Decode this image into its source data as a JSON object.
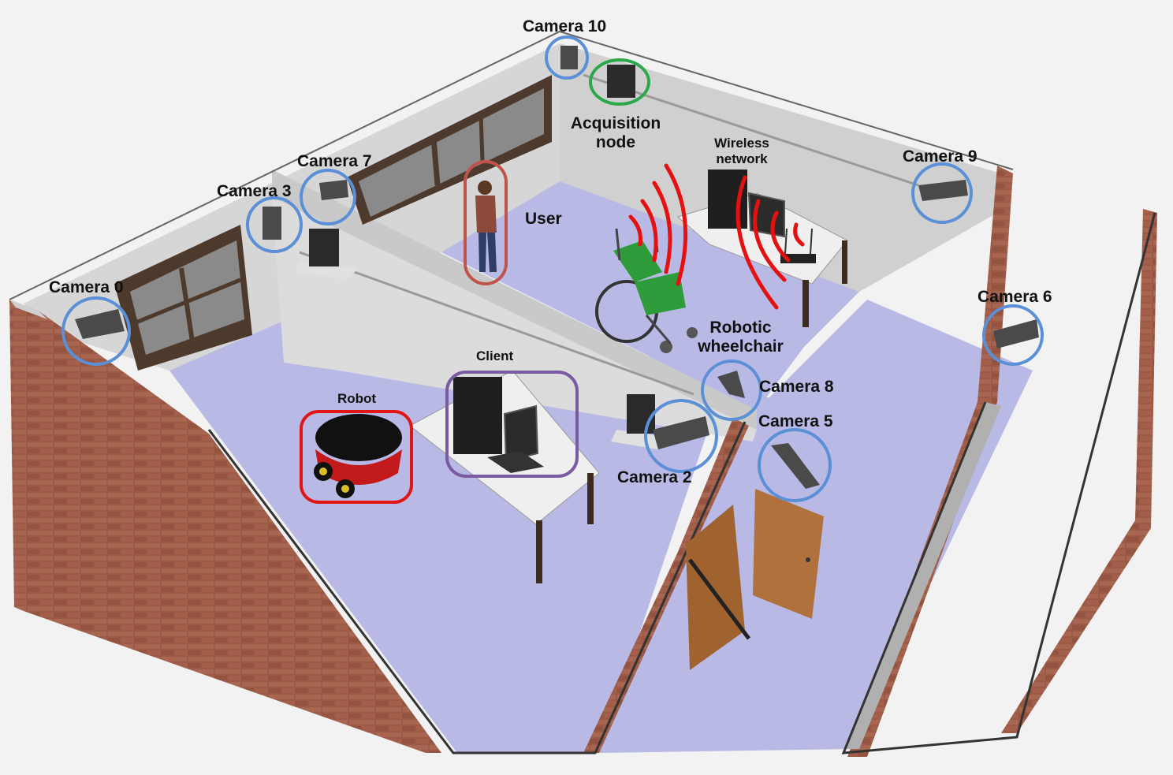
{
  "scene": {
    "colors": {
      "camera_ring": "#5b8fd6",
      "acquisition_ring": "#2aa84a",
      "user_ring": "#c0544a",
      "robot_ring": "#e01515",
      "client_ring": "#7a5aa0",
      "wireless_waves": "#e51010",
      "floor": "#b9b9e6",
      "brick": "#9b5a47",
      "wall_inner": "#d9d9d9",
      "wheelchair_seat": "#2f9c3c"
    },
    "labels": {
      "camera_0": "Camera 0",
      "camera_2": "Camera 2",
      "camera_3": "Camera 3",
      "camera_5": "Camera 5",
      "camera_6": "Camera 6",
      "camera_7": "Camera 7",
      "camera_8": "Camera 8",
      "camera_9": "Camera 9",
      "camera_10": "Camera 10",
      "acquisition_node": "Acquisition node",
      "wireless_network": "Wireless network",
      "user": "User",
      "robotic_wheelchair": "Robotic wheelchair",
      "client": "Client",
      "robot": "Robot"
    }
  }
}
